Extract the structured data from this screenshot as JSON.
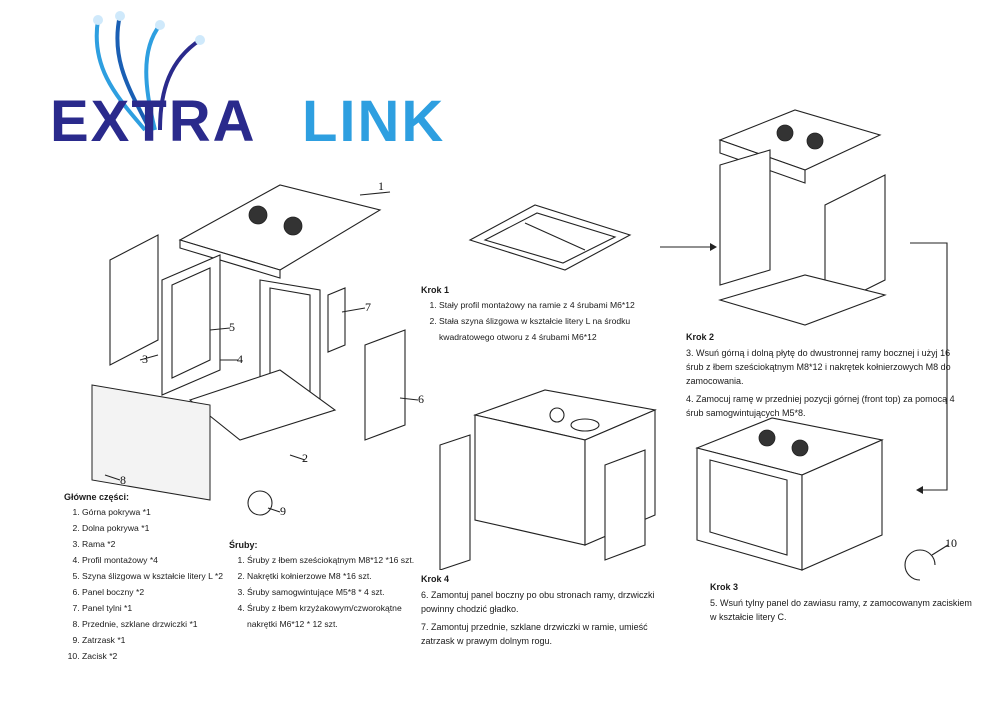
{
  "brand": {
    "word1": "EXTRA",
    "word2": "LINK",
    "colors": {
      "dark": "#2a2a8c",
      "light": "#2e9fe0"
    }
  },
  "callouts": [
    "1",
    "2",
    "3",
    "4",
    "5",
    "6",
    "7",
    "8",
    "9",
    "10"
  ],
  "main_parts": {
    "title": "Główne części:",
    "items": [
      "Górna pokrywa *1",
      "Dolna pokrywa *1",
      "Rama *2",
      "Profil montażowy *4",
      "Szyna ślizgowa w kształcie litery L *2",
      "Panel boczny *2",
      "Panel tylni *1",
      "Przednie, szklane drzwiczki *1",
      "Zatrzask *1",
      "Zacisk *2"
    ]
  },
  "screws": {
    "title": "Śruby:",
    "items": [
      "Śruby z łbem sześciokątnym M8*12  *16 szt.",
      "Nakrętki kołnierzowe M8 *16 szt.",
      "Śruby samogwintujące M5*8 * 4 szt.",
      "Śruby z łbem krzyżakowym/czworokątne nakrętki M6*12 * 12 szt."
    ]
  },
  "steps": [
    {
      "title": "Krok 1",
      "items": [
        "Stały profil montażowy na ramie z 4 śrubami M6*12",
        "Stała szyna ślizgowa w kształcie litery L na środku kwadratowego otworu z 4 śrubami M6*12"
      ]
    },
    {
      "title": "Krok 2",
      "items": [
        "3. Wsuń górną i dolną płytę do dwustronnej ramy bocznej i użyj 16 śrub z łbem sześciokątnym M8*12 i nakrętek kołnierzowych M8 do zamocowania.",
        "4. Zamocuj ramę w przedniej pozycji górnej (front top) za pomocą 4 śrub samogwintujących M5*8."
      ]
    },
    {
      "title": "Krok 3",
      "items": [
        "5. Wsuń tylny panel do zawiasu ramy, z zamocowanym zaciskiem w kształcie litery C."
      ]
    },
    {
      "title": "Krok 4",
      "items": [
        "6. Zamontuj panel boczny po obu stronach ramy, drzwiczki powinny chodzić gładko.",
        "7. Zamontuj przednie, szklane drzwiczki w ramie, umieść zatrzask w prawym dolnym rogu."
      ]
    }
  ]
}
